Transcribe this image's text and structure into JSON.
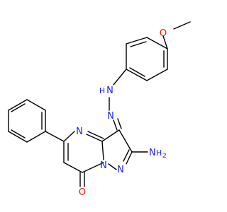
{
  "molecule": {
    "colors": {
      "bond": "#000000",
      "nitrogen": "#2020ff",
      "oxygen": "#ff0d0d",
      "background": "#ffffff"
    },
    "atoms": {
      "methoxy_o": "O",
      "carbonyl_o": "O",
      "hydrazo_nh_n": "N",
      "hydrazo_nh_h": "H",
      "azo_n": "N",
      "ring_n_top": "N",
      "ring_n_bottom": "N",
      "ring_n_right": "N",
      "amino_n": "N",
      "amino_h": "H",
      "amino_h2": "2"
    }
  }
}
